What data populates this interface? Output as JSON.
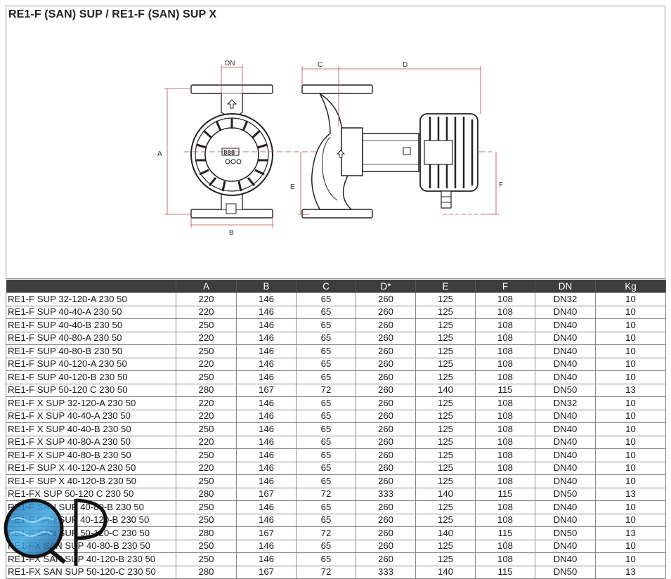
{
  "title": "RE1-F (SAN) SUP / RE1-F (SAN) SUP X",
  "drawing_labels": {
    "dn": "DN",
    "a": "A",
    "b": "B",
    "c": "C",
    "d": "D",
    "e": "E",
    "f": "F"
  },
  "table": {
    "headers": [
      "",
      "A",
      "B",
      "C",
      "D*",
      "E",
      "F",
      "DN",
      "Kg"
    ],
    "rows": [
      [
        "RE1-F SUP 32-120-A 230 50",
        "220",
        "146",
        "65",
        "260",
        "125",
        "108",
        "DN32",
        "10"
      ],
      [
        "RE1-F SUP 40-40-A 230 50",
        "220",
        "146",
        "65",
        "260",
        "125",
        "108",
        "DN40",
        "10"
      ],
      [
        "RE1-F SUP 40-40-B 230 50",
        "250",
        "146",
        "65",
        "260",
        "125",
        "108",
        "DN40",
        "10"
      ],
      [
        "RE1-F SUP 40-80-A 230 50",
        "220",
        "146",
        "65",
        "260",
        "125",
        "108",
        "DN40",
        "10"
      ],
      [
        "RE1-F SUP 40-80-B 230 50",
        "250",
        "146",
        "65",
        "260",
        "125",
        "108",
        "DN40",
        "10"
      ],
      [
        "RE1-F SUP 40-120-A 230 50",
        "220",
        "146",
        "65",
        "260",
        "125",
        "108",
        "DN40",
        "10"
      ],
      [
        "RE1-F SUP 40-120-B 230 50",
        "250",
        "146",
        "65",
        "260",
        "125",
        "108",
        "DN40",
        "10"
      ],
      [
        "RE1-F SUP 50-120 C 230 50",
        "280",
        "167",
        "72",
        "260",
        "140",
        "115",
        "DN50",
        "13"
      ],
      [
        "RE1-F X SUP 32-120-A 230 50",
        "220",
        "146",
        "65",
        "260",
        "125",
        "108",
        "DN32",
        "10"
      ],
      [
        "RE1-F X SUP 40-40-A 230 50",
        "220",
        "146",
        "65",
        "260",
        "125",
        "108",
        "DN40",
        "10"
      ],
      [
        "RE1-F X SUP 40-40-B 230 50",
        "250",
        "146",
        "65",
        "260",
        "125",
        "108",
        "DN40",
        "10"
      ],
      [
        "RE1-F X SUP 40-80-A 230 50",
        "220",
        "146",
        "65",
        "260",
        "125",
        "108",
        "DN40",
        "10"
      ],
      [
        "RE1-F X SUP 40-80-B 230 50",
        "250",
        "146",
        "65",
        "260",
        "125",
        "108",
        "DN40",
        "10"
      ],
      [
        "RE1-F SUP X 40-120-A 230 50",
        "220",
        "146",
        "65",
        "260",
        "125",
        "108",
        "DN40",
        "10"
      ],
      [
        "RE1-F SUP X 40-120-B 230 50",
        "250",
        "146",
        "65",
        "260",
        "125",
        "108",
        "DN40",
        "10"
      ],
      [
        "RE1-FX SUP 50-120 C 230 50",
        "280",
        "167",
        "72",
        "333",
        "140",
        "115",
        "DN50",
        "13"
      ],
      [
        "RE1-F SAN SUP 40-80-B 230 50",
        "250",
        "146",
        "65",
        "260",
        "125",
        "108",
        "DN40",
        "10"
      ],
      [
        "RE1-F SAN SUP 40-120-B 230 50",
        "250",
        "146",
        "65",
        "260",
        "125",
        "108",
        "DN40",
        "10"
      ],
      [
        "RE1-F SAN SUP 50-120-C 230 50",
        "280",
        "167",
        "72",
        "260",
        "140",
        "115",
        "DN50",
        "13"
      ],
      [
        "RE1-FX SAN SUP 40-80-B 230 50",
        "250",
        "146",
        "65",
        "260",
        "125",
        "108",
        "DN40",
        "10"
      ],
      [
        "RE1-FX SAN SUP 40-120-B 230 50",
        "250",
        "146",
        "65",
        "260",
        "125",
        "108",
        "DN40",
        "10"
      ],
      [
        "RE1-FX SAN SUP 50-120-C 230 50",
        "280",
        "167",
        "72",
        "333",
        "140",
        "115",
        "DN50",
        "13"
      ]
    ]
  },
  "watermark": {
    "text": "QP"
  },
  "colors": {
    "header_bg": "#3d3d3d",
    "dimension_line": "#b34a4a",
    "pump_outline": "#222222"
  }
}
